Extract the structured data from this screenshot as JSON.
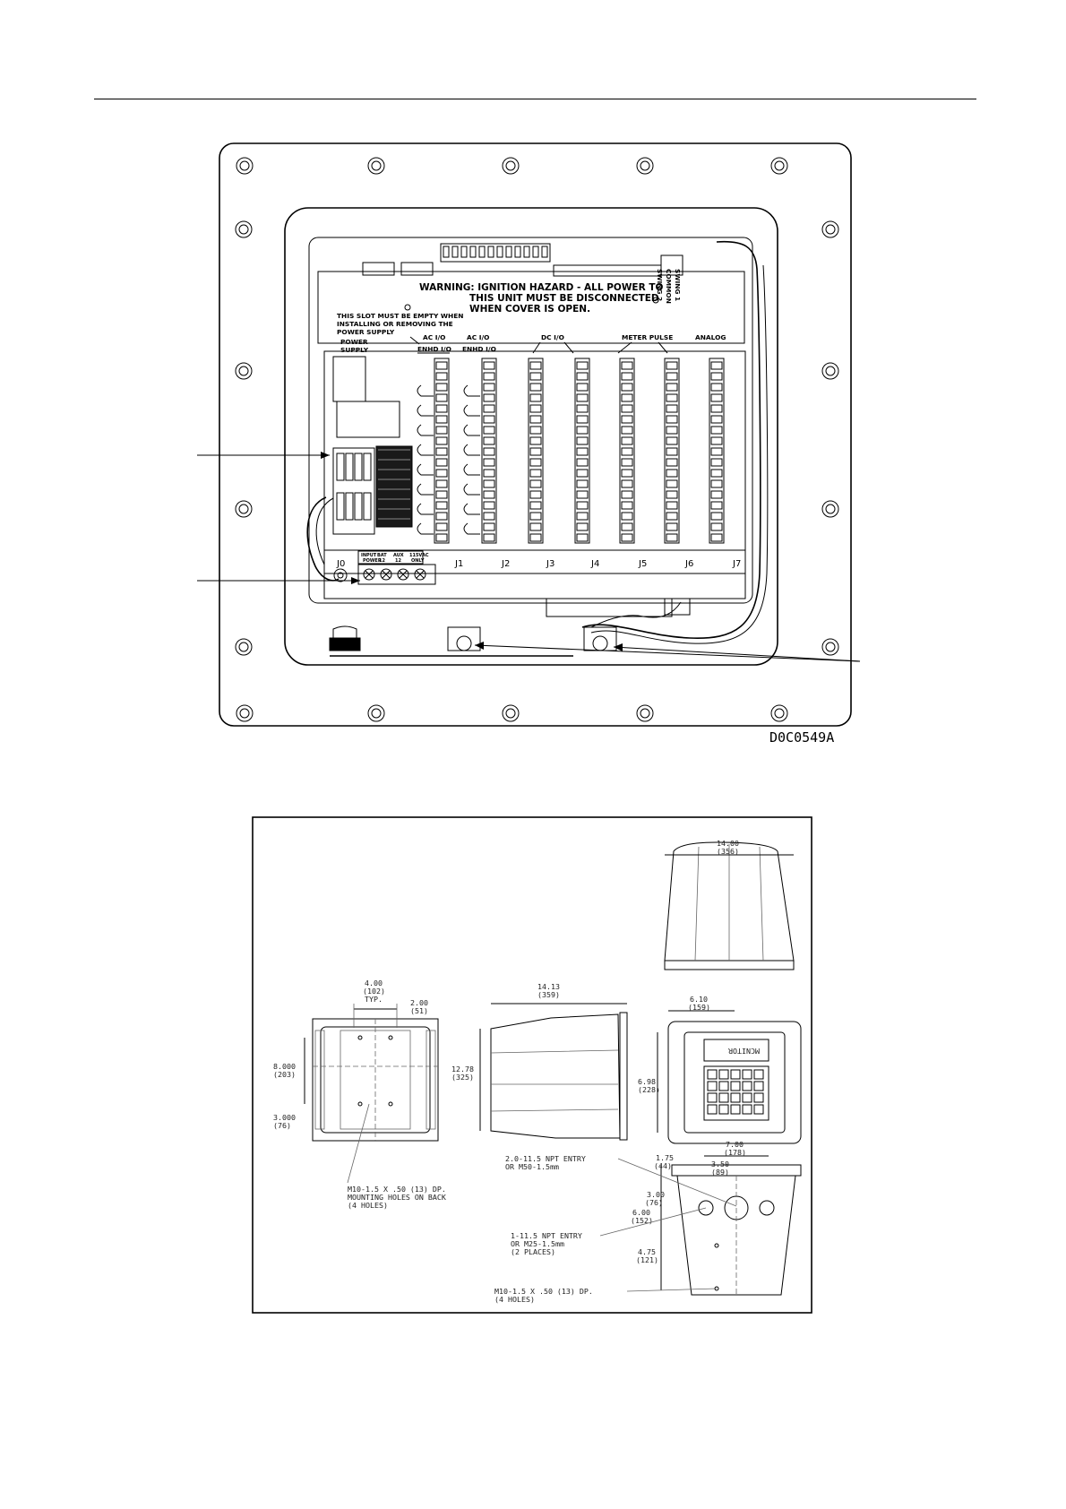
{
  "figure_top": {
    "warning": {
      "line1": "WARNING: IGNITION HAZARD - ALL POWER TO",
      "line2": "THIS UNIT MUST BE DISCONNECTED",
      "line3": "WHEN COVER IS OPEN."
    },
    "slot_note": [
      "THIS SLOT MUST BE EMPTY WHEN",
      "INSTALLING OR REMOVING THE",
      "POWER SUPPLY"
    ],
    "module_labels": {
      "power_supply": [
        "POWER",
        "SUPPLY"
      ],
      "ac_io_enhd_1": [
        "AC I/O",
        "ENHD I/O"
      ],
      "ac_io_enhd_2": [
        "AC I/O",
        "ENHD I/O"
      ],
      "dc_io": "DC I/O",
      "meter_pulse": "METER PULSE",
      "analog": "ANALOG"
    },
    "swing_labels": [
      "SWING 1",
      "COMMON",
      "SWING 2"
    ],
    "connectors": [
      "J0",
      "J1",
      "J2",
      "J3",
      "J4",
      "J5",
      "J6",
      "J7"
    ],
    "power_terminal_labels": [
      [
        "INPUT",
        "POWER"
      ],
      [
        "BAT",
        "12"
      ],
      [
        "AUX",
        "12"
      ],
      [
        "115VAC",
        "ONLY"
      ]
    ],
    "doc_id": "D0C0549A"
  },
  "figure_bottom": {
    "left_view": {
      "dim_top": [
        "4.00",
        "(102)",
        "TYP."
      ],
      "dim_right": [
        "2.00",
        "(51)"
      ],
      "dim_left_1": [
        "8.000",
        "(203)"
      ],
      "dim_left_2": [
        "3.000",
        "(76)"
      ],
      "note": [
        "M10-1.5 X .50 (13) DP.",
        "MOUNTING HOLES ON BACK",
        "(4 HOLES)"
      ]
    },
    "side_view": {
      "dim_top": [
        "14.13",
        "(359)"
      ],
      "dim_left": [
        "12.78",
        "(325)"
      ]
    },
    "top_view": {
      "dim_top": [
        "14.00",
        "(356)"
      ]
    },
    "front_view": {
      "dim_top": [
        "6.10",
        "(159)"
      ],
      "dim_left": [
        "6.98",
        "(228)"
      ],
      "display_text": "MCNITOR"
    },
    "bottom_view": {
      "dim_top_1": [
        "7.00",
        "(178)"
      ],
      "dim_top_2": [
        "3.50",
        "(89)"
      ],
      "dim_left_1": [
        "1.75",
        "(44)"
      ],
      "dim_left_2": [
        "3.00",
        "(76)"
      ],
      "dim_left_3": [
        "6.00",
        "(152)"
      ],
      "dim_left_4": [
        "4.75",
        "(121)"
      ],
      "note_1": [
        "2.0-11.5 NPT ENTRY",
        "OR M50-1.5mm"
      ],
      "note_2": [
        "1-11.5 NPT ENTRY",
        "OR M25-1.5mm",
        "(2 PLACES)"
      ],
      "note_3": [
        "M10-1.5 X .50 (13) DP.",
        "(4 HOLES)"
      ]
    }
  },
  "icons": [
    "bolt-icon",
    "ground-lug-icon",
    "cable-gland-icon",
    "keypad-icon"
  ]
}
